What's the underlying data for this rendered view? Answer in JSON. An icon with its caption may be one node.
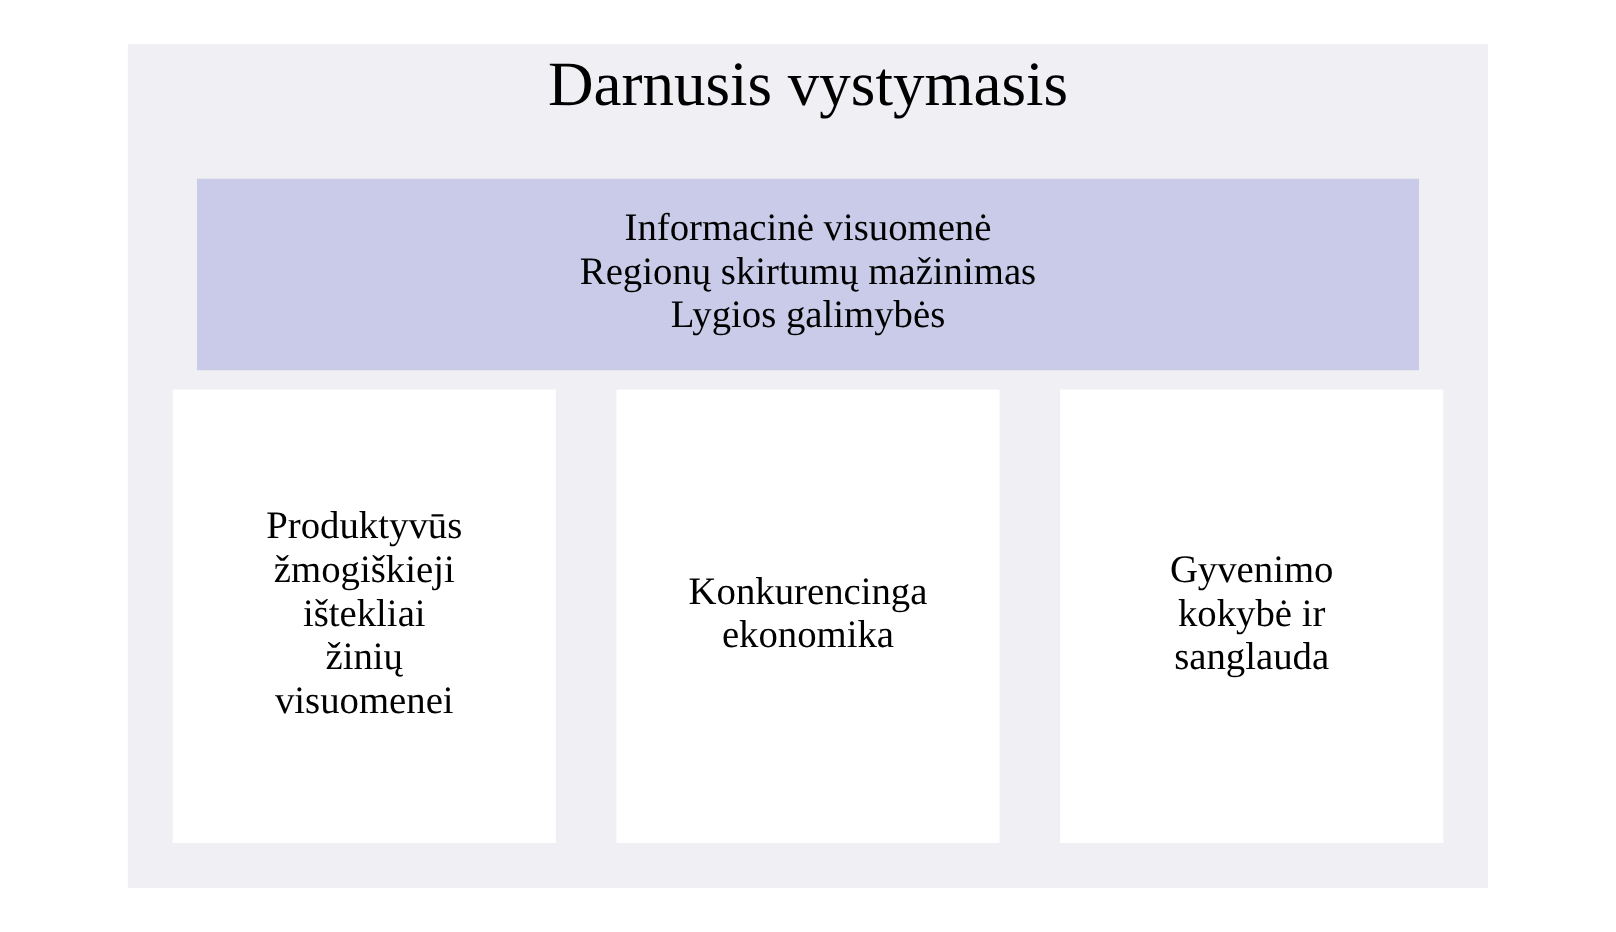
{
  "diagram": {
    "nodes": [
      {
        "text": [
          "Darnusis vystymasis"
        ]
      },
      {
        "text": [
          "Informacinė visuomenė",
          "Regionų skirtumų mažinimas",
          "Lygios galimybės"
        ],
        "in": 0
      },
      {
        "text": [
          "Produktyvūs žmogiškieji ištekliai žinių visuomenei"
        ],
        "in": 0
      },
      {
        "text": [
          "Konkurencinga ekonomika"
        ],
        "in": 0
      },
      {
        "text": [
          "Gyvenimo kokybė ir sanglauda"
        ],
        "in": 0
      }
    ]
  }
}
